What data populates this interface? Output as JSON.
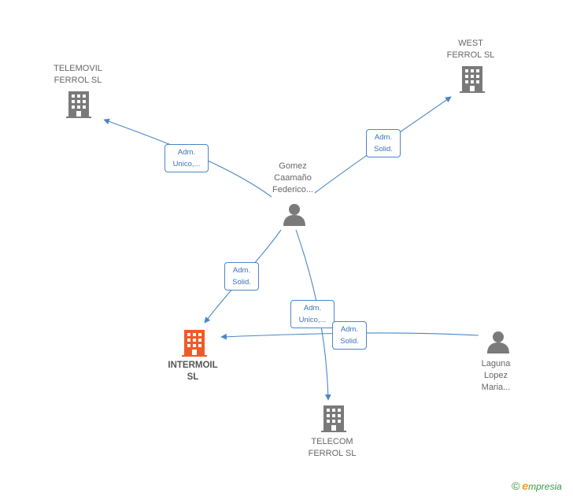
{
  "nodes": {
    "telemovil": {
      "label_lines": [
        "TELEMOVIL",
        "FERROL  SL"
      ],
      "type": "company"
    },
    "west": {
      "label_lines": [
        "WEST",
        "FERROL  SL"
      ],
      "type": "company"
    },
    "gomez": {
      "label_lines": [
        "Gomez",
        "Caamaño",
        "Federico..."
      ],
      "type": "person"
    },
    "intermoil": {
      "label_lines": [
        "INTERMOIL",
        "SL"
      ],
      "type": "company",
      "highlight": true
    },
    "telecom": {
      "label_lines": [
        "TELECOM",
        "FERROL SL"
      ],
      "type": "company"
    },
    "laguna": {
      "label_lines": [
        "Laguna",
        "Lopez",
        "Maria..."
      ],
      "type": "person"
    }
  },
  "edges": [
    {
      "from": "gomez",
      "to": "telemovil",
      "label_lines": [
        "Adm.",
        "Unico,..."
      ]
    },
    {
      "from": "gomez",
      "to": "west",
      "label_lines": [
        "Adm.",
        "Solid."
      ]
    },
    {
      "from": "gomez",
      "to": "intermoil",
      "label_lines": [
        "Adm.",
        "Solid."
      ]
    },
    {
      "from": "gomez",
      "to": "telecom",
      "label_lines": [
        "Adm.",
        "Unico,..."
      ]
    },
    {
      "from": "laguna",
      "to": "intermoil",
      "label_lines": [
        "Adm.",
        "Solid."
      ]
    }
  ],
  "colors": {
    "edge": "#4a86c8",
    "company_icon": "#7a7a7a",
    "person_icon": "#7a7a7a",
    "highlight_icon": "#f05a28"
  },
  "icons": {
    "company": "building-icon",
    "person": "person-icon"
  },
  "brand": {
    "symbol": "©",
    "initial": "e",
    "rest": "mpresia"
  }
}
